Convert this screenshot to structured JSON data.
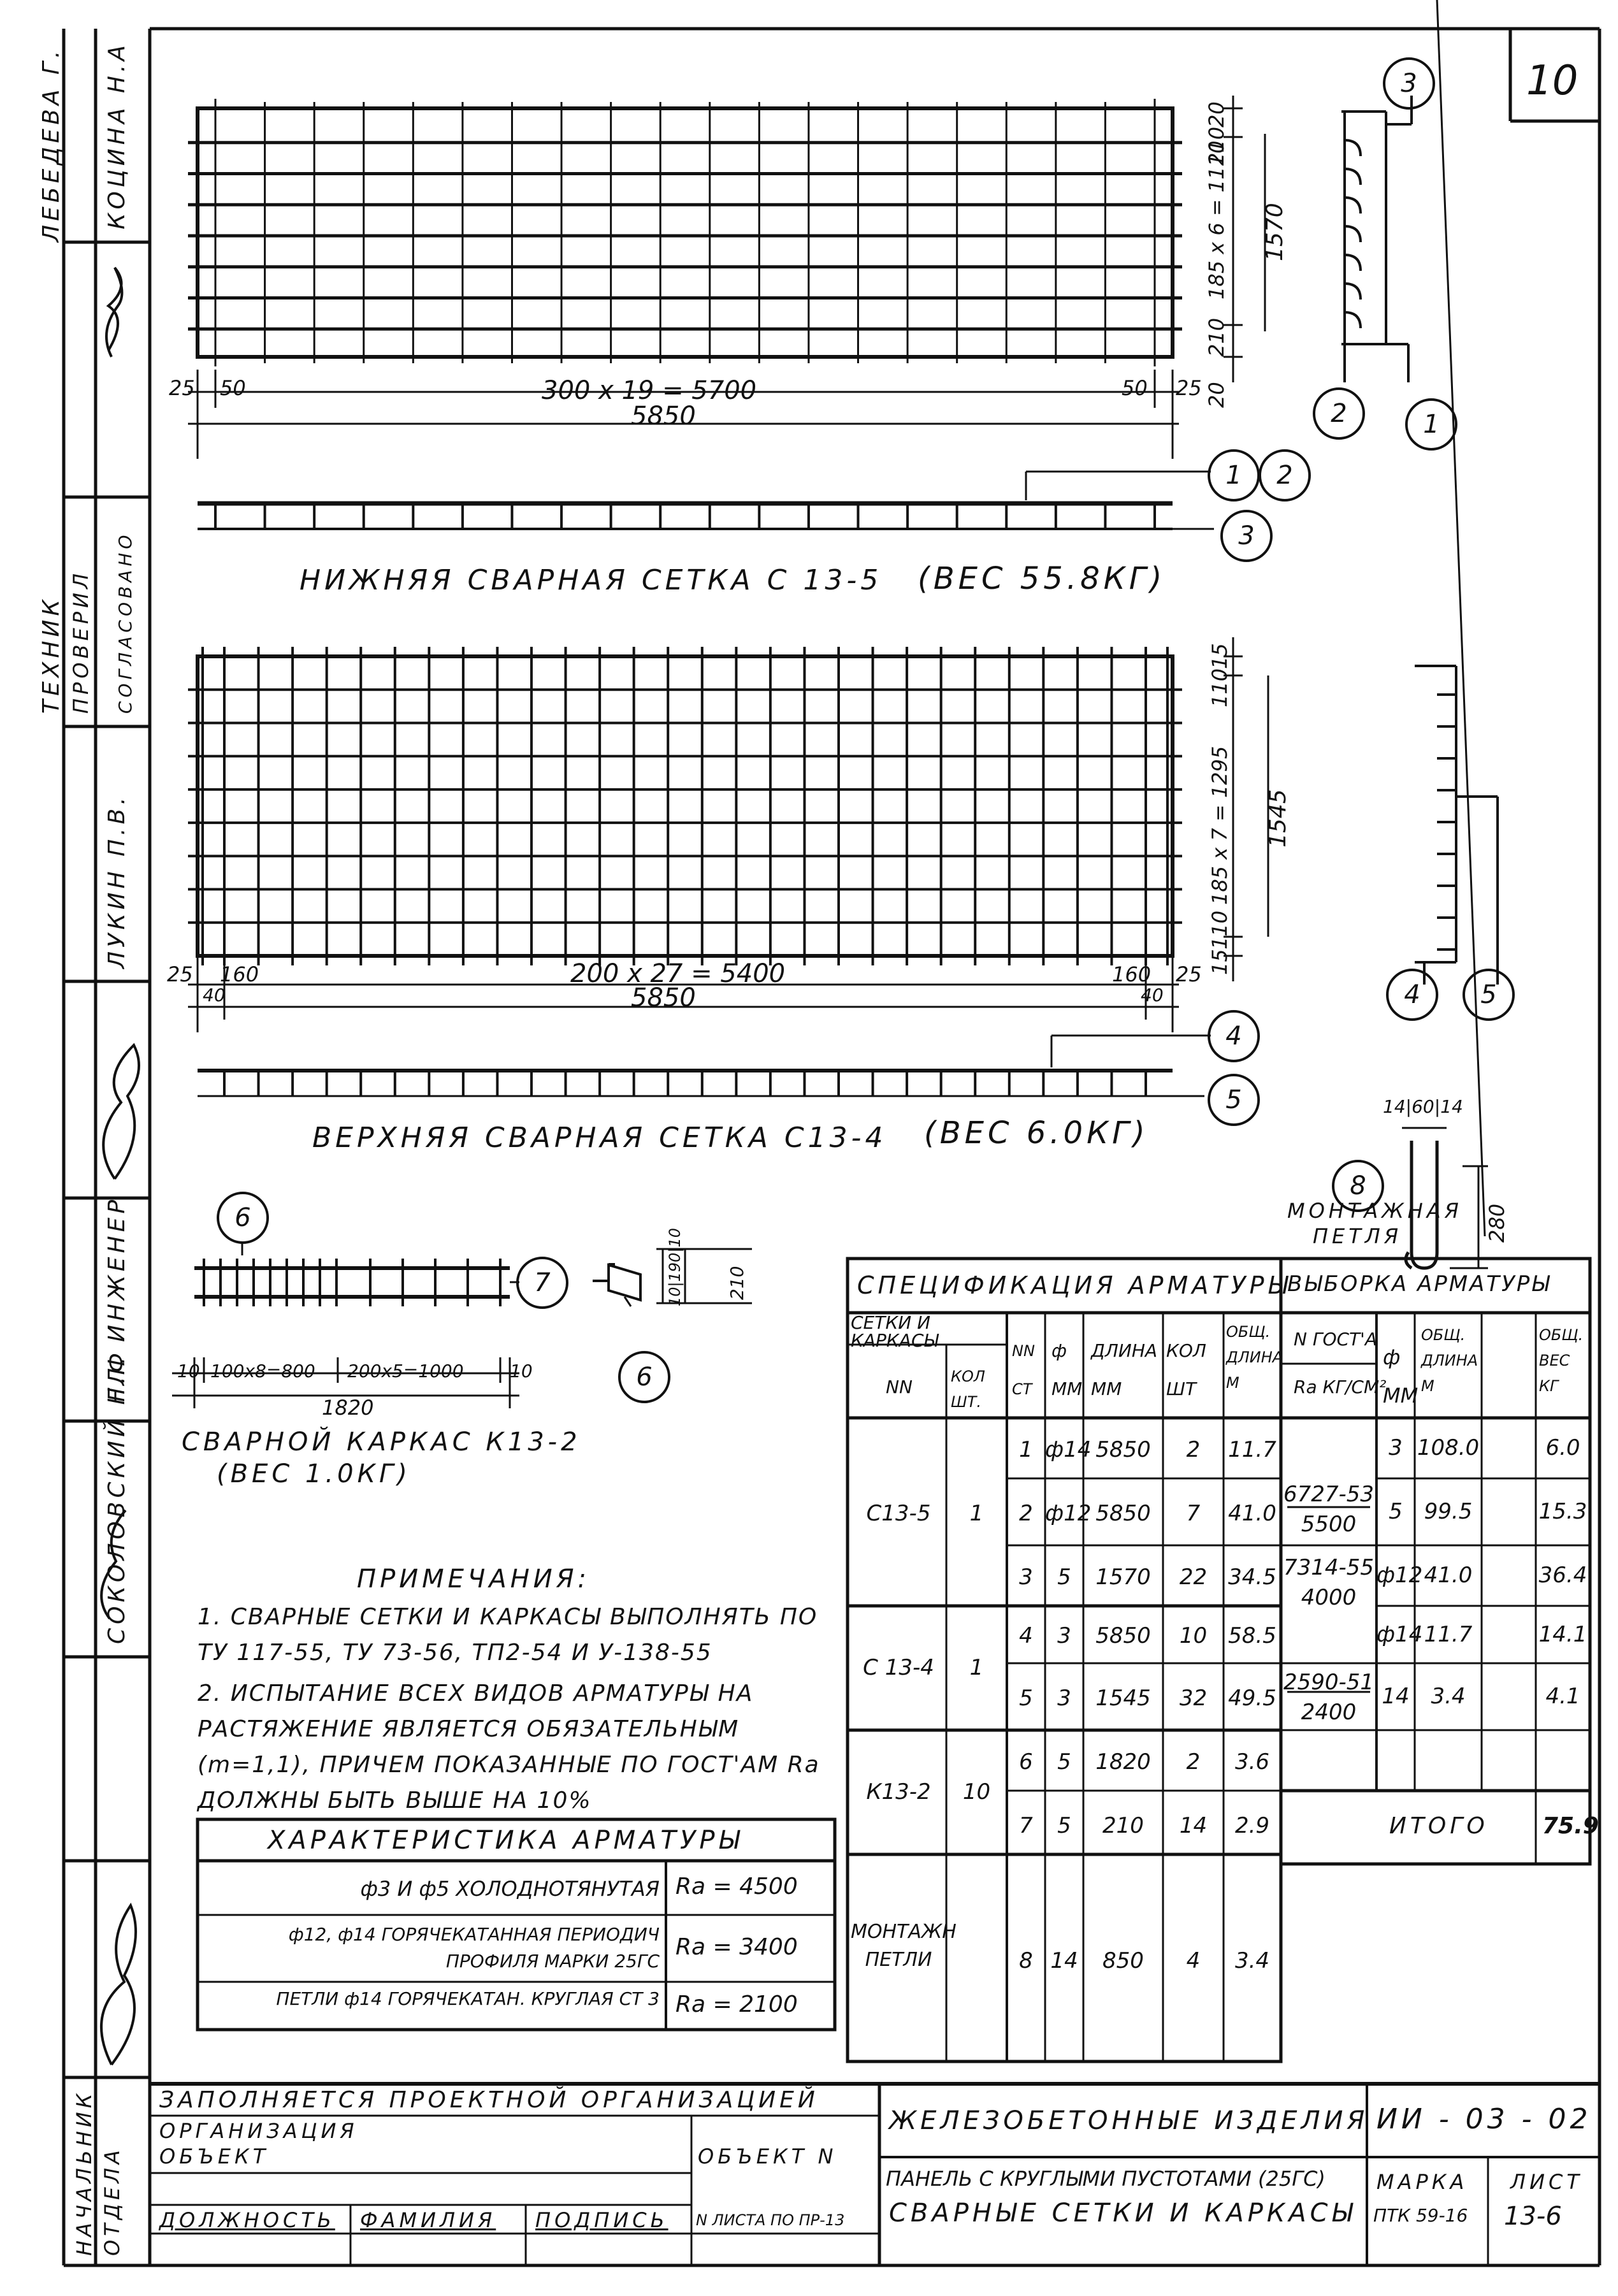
{
  "sheet_number": "10",
  "side_stamp": [
    "ЛЕБЕДЕВА Г.",
    "КОЦИНА Н.А",
    "ТЕХНИК",
    "ПРОВЕРИЛ",
    "СОГЛАСОВАНО",
    "ЛУКИН П.В.",
    "ГЛ. ИНЖЕНЕР",
    "СОКОЛОВСКИЙ Н.Ф",
    "НАЧАЛЬНИК ОТДЕЛА"
  ],
  "mesh1": {
    "title": "НИЖНЯЯ СВАРНАЯ СЕТКА С 13-5",
    "weight": "(ВЕС 55.8КГ)",
    "dim_spacing": "300 х 19 = 5700",
    "dim_total": "5850",
    "dim_edge_left": "25",
    "dim_edge_right": "25",
    "dim_end_left": "50",
    "dim_end_right": "50",
    "dim_vert_total": "1570",
    "dim_vert_spacing": "185 х 6 = 1110",
    "dim_vert_a": "20",
    "dim_vert_b": "210",
    "dim_vert_c": "210",
    "dim_vert_d": "20"
  },
  "mesh2": {
    "title": "ВЕРХНЯЯ СВАРНАЯ СЕТКА С13-4",
    "weight": "(ВЕС 6.0КГ)",
    "dim_spacing": "200 х 27 = 5400",
    "dim_total": "5850",
    "dim_edge_left": "25",
    "dim_edge_right": "25",
    "dim_end_left": "160",
    "dim_end_right": "160",
    "dim_sub_left": "40",
    "dim_sub_right": "40",
    "dim_vert_total": "1545",
    "dim_vert_spacing": "185 х 7 = 1295",
    "dim_vert_a": "15",
    "dim_vert_b": "110",
    "dim_vert_c": "110",
    "dim_vert_d": "15"
  },
  "frame": {
    "title": "СВАРНОЙ КАРКАС К13-2",
    "weight": "(ВЕС 1.0КГ)",
    "dim_a": "10",
    "dim_b": "100х8=800",
    "dim_c": "200х5=1000",
    "dim_d": "10",
    "dim_total": "1820",
    "dim_h": "210",
    "dim_h2": "10|190|10"
  },
  "loop": {
    "label": "МОНТАЖНАЯ ПЕТЛЯ",
    "dim_top": "14|60|14",
    "dim_h": "280"
  },
  "callouts": [
    "1",
    "2",
    "3",
    "4",
    "5",
    "6",
    "7",
    "8"
  ],
  "notes": {
    "title": "ПРИМЕЧАНИЯ:",
    "items": [
      "1. СВАРНЫЕ СЕТКИ И КАРКАСЫ ВЫПОЛНЯТЬ ПО ТУ 117-55, ТУ 73-56, ТП2-54 И У-138-55",
      "2. ИСПЫТАНИЕ ВСЕХ ВИДОВ АРМАТУРЫ НА РАСТЯЖЕНИЕ ЯВЛЯЕТСЯ ОБЯЗАТЕЛЬНЫМ (m=1,1), ПРИЧЕМ ПОКАЗАННЫЕ ПО ГОСТ'АМ Rа ДОЛЖНЫ БЫТЬ ВЫШЕ НА 10%"
    ]
  },
  "characteristics": {
    "title": "ХАРАКТЕРИСТИКА АРМАТУРЫ",
    "rows": [
      {
        "name": "ф3 И ф5 ХОЛОДНОТЯНУТАЯ",
        "value": "Rа = 4500"
      },
      {
        "name": "ф12, ф14 ГОРЯЧЕКАТАННАЯ ПЕРИОДИЧ ПРОФИЛЯ МАРКИ 25ГС",
        "value": "Rа = 3400"
      },
      {
        "name": "ПЕТЛИ ф14 ГОРЯЧЕКАТАН. КРУГЛАЯ СТ 3",
        "value": "Rа = 2100"
      }
    ]
  },
  "spec": {
    "title": "СПЕЦИФИКАЦИЯ АРМАТУРЫ",
    "header_group": "СЕТКИ И КАРКАСЫ",
    "headers": [
      "NN",
      "КОЛ ШТ.",
      "NN СТ",
      "ф ММ",
      "ДЛИНА ММ",
      "КОЛ ШТ",
      "ОБЩ. ДЛИНА М"
    ],
    "groups": [
      {
        "name": "С13-5",
        "qty": "1",
        "rows": [
          [
            "1",
            "ф14",
            "5850",
            "2",
            "11.7"
          ],
          [
            "2",
            "ф12",
            "5850",
            "7",
            "41.0"
          ],
          [
            "3",
            "5",
            "1570",
            "22",
            "34.5"
          ]
        ]
      },
      {
        "name": "С 13-4",
        "qty": "1",
        "rows": [
          [
            "4",
            "3",
            "5850",
            "10",
            "58.5"
          ],
          [
            "5",
            "3",
            "1545",
            "32",
            "49.5"
          ]
        ]
      },
      {
        "name": "К13-2",
        "qty": "10",
        "rows": [
          [
            "6",
            "5",
            "1820",
            "2",
            "3.6"
          ],
          [
            "7",
            "5",
            "210",
            "14",
            "2.9"
          ]
        ]
      },
      {
        "name": "МОНТАЖН ПЕТЛИ",
        "qty": "",
        "rows": [
          [
            "8",
            "14",
            "850",
            "4",
            "3.4"
          ]
        ]
      }
    ]
  },
  "selection": {
    "title": "ВЫБОРКА АРМАТУРЫ",
    "headers": [
      "N ГОСТ'А",
      "Rа КГ/СМ²",
      "ф ММ",
      "ОБЩ. ДЛИНА М",
      "ОБЩ. ВЕС КГ"
    ],
    "rows": [
      {
        "gost": "",
        "ra": "",
        "d": "3",
        "len": "108.0",
        "w": "6.0"
      },
      {
        "gost": "6727-53",
        "ra": "5500",
        "d": "5",
        "len": "99.5",
        "w": "15.3"
      },
      {
        "gost": "7314-55",
        "ra": "4000",
        "d": "ф12",
        "len": "41.0",
        "w": "36.4"
      },
      {
        "gost": "",
        "ra": "",
        "d": "ф14",
        "len": "11.7",
        "w": "14.1"
      },
      {
        "gost": "2590-51",
        "ra": "2400",
        "d": "14",
        "len": "3.4",
        "w": "4.1"
      }
    ],
    "total_label": "ИТОГО",
    "total_value": "75.9"
  },
  "titleblock": {
    "filled_by": "ЗАПОЛНЯЕТСЯ ПРОЕКТНОЙ ОРГАНИЗАЦИЕЙ",
    "org": "ОРГАНИЗАЦИЯ",
    "object": "ОБЪЕКТ",
    "object_no": "ОБЪЕКТ N",
    "position": "ДОЛЖНОСТЬ",
    "surname": "ФАМИЛИЯ",
    "signature": "ПОДПИСЬ",
    "sheet_no": "N ЛИСТА ПО ПР-13",
    "product_type": "ЖЕЛЕЗОБЕТОННЫЕ ИЗДЕЛИЯ",
    "series": "ИИ - 03 - 02",
    "panel": "ПАНЕЛЬ С КРУГЛЫМИ ПУСТОТАМИ (25ГС)",
    "subtitle": "СВАРНЫЕ СЕТКИ И КАРКАСЫ",
    "mark_label": "МАРКА",
    "mark_value": "ПТК 59-16",
    "sheet_label": "ЛИСТ",
    "sheet_value": "13-6"
  }
}
